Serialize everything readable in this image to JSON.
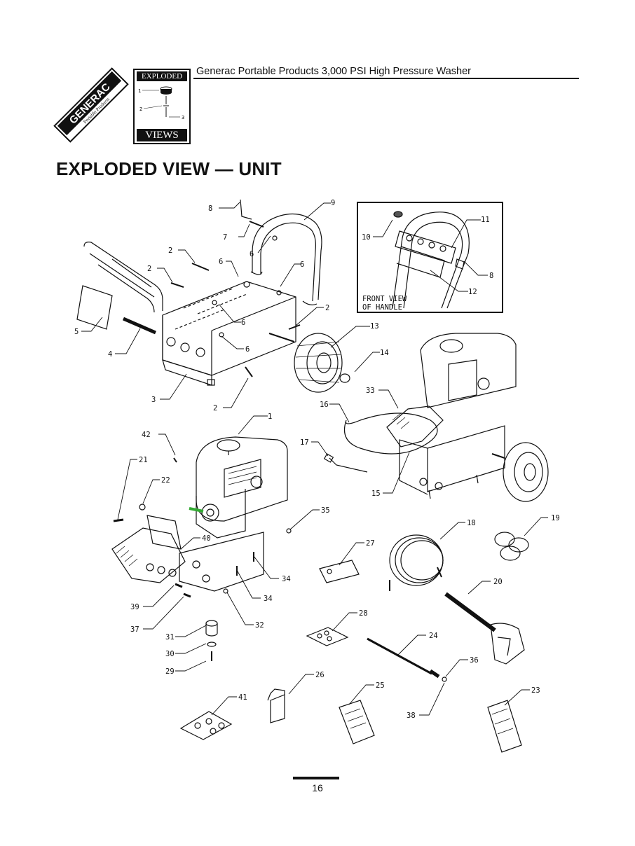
{
  "brand": {
    "logo_text": "GENERAC",
    "logo_subtext": "Portable Products",
    "badge_top": "EXPLODED",
    "badge_bottom": "VIEWS",
    "badge_callouts": [
      "1",
      "2",
      "3"
    ]
  },
  "header": {
    "title": "Generac Portable Products 3,000 PSI High Pressure Washer"
  },
  "page_title": "EXPLODED VIEW — UNIT",
  "inset": {
    "caption_line1": "FRONT VIEW",
    "caption_line2": "OF HANDLE"
  },
  "callouts": [
    {
      "num": "8"
    },
    {
      "num": "7"
    },
    {
      "num": "9"
    },
    {
      "num": "6"
    },
    {
      "num": "2"
    },
    {
      "num": "2"
    },
    {
      "num": "6"
    },
    {
      "num": "6"
    },
    {
      "num": "5"
    },
    {
      "num": "4"
    },
    {
      "num": "6"
    },
    {
      "num": "6"
    },
    {
      "num": "2"
    },
    {
      "num": "3"
    },
    {
      "num": "2"
    },
    {
      "num": "13"
    },
    {
      "num": "14"
    },
    {
      "num": "10"
    },
    {
      "num": "11"
    },
    {
      "num": "8"
    },
    {
      "num": "12"
    },
    {
      "num": "33"
    },
    {
      "num": "16"
    },
    {
      "num": "17"
    },
    {
      "num": "15"
    },
    {
      "num": "1"
    },
    {
      "num": "42"
    },
    {
      "num": "21"
    },
    {
      "num": "22"
    },
    {
      "num": "35"
    },
    {
      "num": "40"
    },
    {
      "num": "34"
    },
    {
      "num": "34"
    },
    {
      "num": "39"
    },
    {
      "num": "37"
    },
    {
      "num": "32"
    },
    {
      "num": "31"
    },
    {
      "num": "30"
    },
    {
      "num": "29"
    },
    {
      "num": "18"
    },
    {
      "num": "19"
    },
    {
      "num": "27"
    },
    {
      "num": "20"
    },
    {
      "num": "28"
    },
    {
      "num": "24"
    },
    {
      "num": "36"
    },
    {
      "num": "26"
    },
    {
      "num": "25"
    },
    {
      "num": "38"
    },
    {
      "num": "23"
    },
    {
      "num": "41"
    }
  ],
  "footer": {
    "page_number": "16"
  }
}
